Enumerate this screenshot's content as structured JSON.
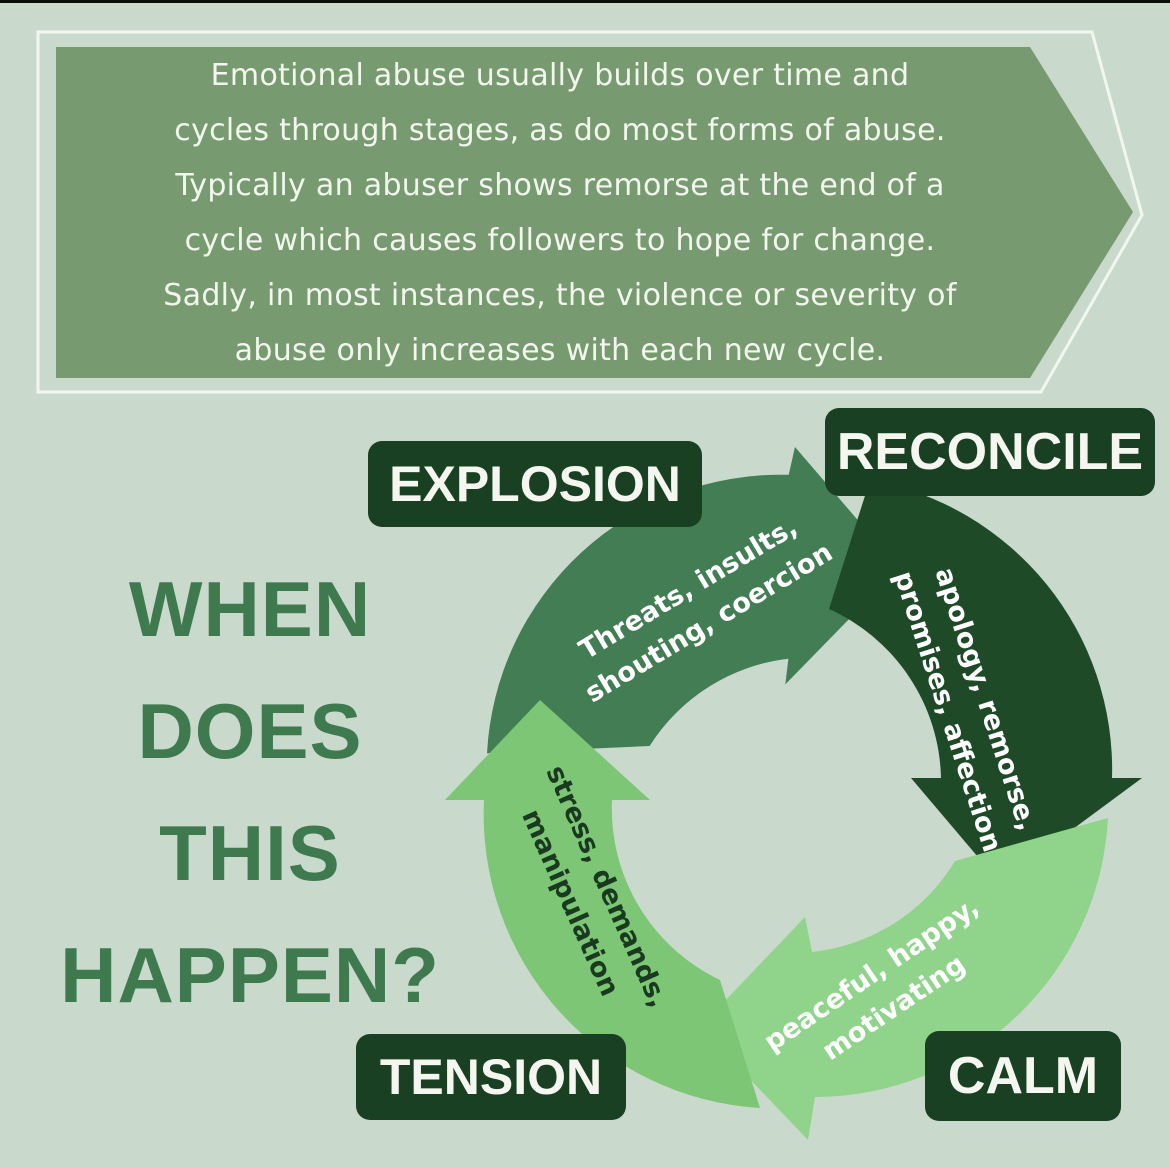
{
  "intro": {
    "lines": [
      "Emotional abuse usually builds over time and",
      "cycles through stages, as do most forms of abuse.",
      "Typically an abuser shows remorse at the end of a",
      "cycle which causes followers to hope for change.",
      "Sadly, in most instances, the violence or severity of",
      "abuse only increases with each new cycle."
    ]
  },
  "question": {
    "line1": "WHEN",
    "line2": "DOES",
    "line3": "THIS",
    "line4": "HAPPEN?"
  },
  "stages": {
    "explosion": {
      "label": "EXPLOSION",
      "text_line1": "Threats, insults,",
      "text_line2": "shouting, coercion"
    },
    "reconcile": {
      "label": "RECONCILE",
      "text_line1": "apology, remorse,",
      "text_line2": "promises, affection"
    },
    "calm": {
      "label": "CALM",
      "text_line1": "peaceful, happy,",
      "text_line2": "motivating"
    },
    "tension": {
      "label": "TENSION",
      "text_line1": "stress, demands,",
      "text_line2": "manipulation"
    }
  },
  "colors": {
    "background": "#c9dacd",
    "banner": "#789a70",
    "explosion_arrow": "#437d54",
    "reconcile_arrow": "#1f4a28",
    "calm_arrow": "#8fd48a",
    "tension_arrow": "#7dc676",
    "label_bg": "#1a4023",
    "question_text": "#3f7a4f"
  }
}
